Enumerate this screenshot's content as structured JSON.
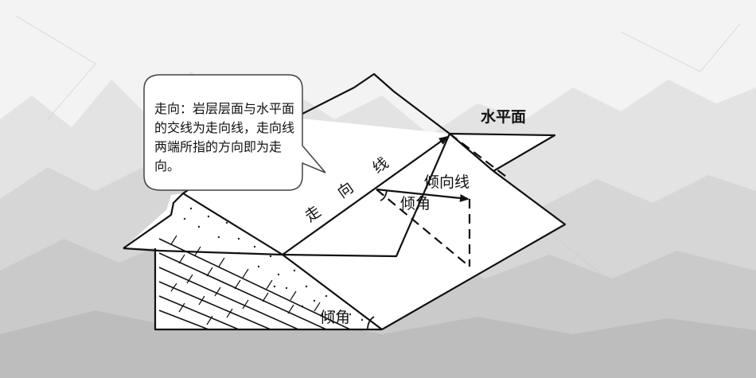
{
  "callout": {
    "text": "走向：岩层层面与水平面的交线为走向线，走向线两端所指的方向即为走向。"
  },
  "labels": {
    "horizontal_plane": "水平面",
    "strike_char_1": "走",
    "strike_char_2": "向",
    "strike_char_3": "线",
    "dip_direction_line": "倾向线",
    "dip_angle_plane": "倾角",
    "dip_angle_section": "倾角"
  },
  "colors": {
    "background": "#f4f4f4",
    "ink": "#111111",
    "callout_fill": "#ffffff"
  }
}
